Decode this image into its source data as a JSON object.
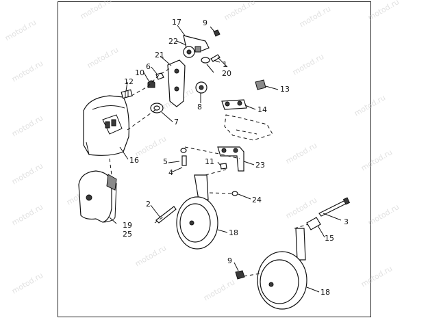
{
  "watermark": "motod.ru",
  "callouts": {
    "c1": "1",
    "c2": "2",
    "c3": "3",
    "c4": "4",
    "c5": "5",
    "c6": "6",
    "c7": "7",
    "c8": "8",
    "c9a": "9",
    "c9b": "9",
    "c10": "10",
    "c11": "11",
    "c12": "12",
    "c13": "13",
    "c14": "14",
    "c15": "15",
    "c16": "16",
    "c17": "17",
    "c18a": "18",
    "c18b": "18",
    "c19": "19",
    "c20": "20",
    "c21": "21",
    "c22": "22",
    "c23": "23",
    "c24": "24",
    "c25": "25"
  }
}
